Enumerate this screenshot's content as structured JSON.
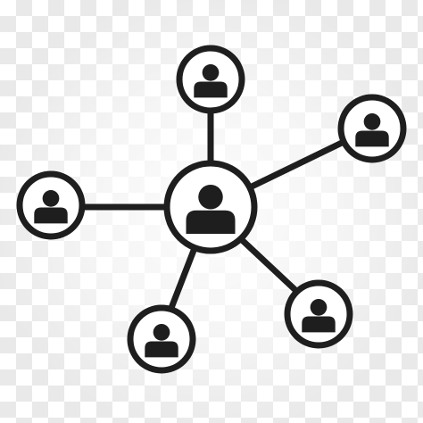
{
  "image": {
    "type": "icon",
    "background": "transparency-checkerboard",
    "colors": {
      "stroke": "#1e1e1e",
      "fill": "#ffffff",
      "checker_dark": "#e9e9e9",
      "checker_light": "#ffffff"
    }
  },
  "network": {
    "hub": {
      "icon": "person-icon"
    },
    "nodes": [
      {
        "icon": "person-icon",
        "position": "top"
      },
      {
        "icon": "person-icon",
        "position": "upper-right"
      },
      {
        "icon": "person-icon",
        "position": "left"
      },
      {
        "icon": "person-icon",
        "position": "bottom-left"
      },
      {
        "icon": "person-icon",
        "position": "bottom-right"
      }
    ],
    "edges": [
      {
        "from": "hub",
        "to": "top"
      },
      {
        "from": "hub",
        "to": "upper-right"
      },
      {
        "from": "hub",
        "to": "left"
      },
      {
        "from": "hub",
        "to": "bottom-left"
      },
      {
        "from": "hub",
        "to": "bottom-right"
      }
    ]
  }
}
